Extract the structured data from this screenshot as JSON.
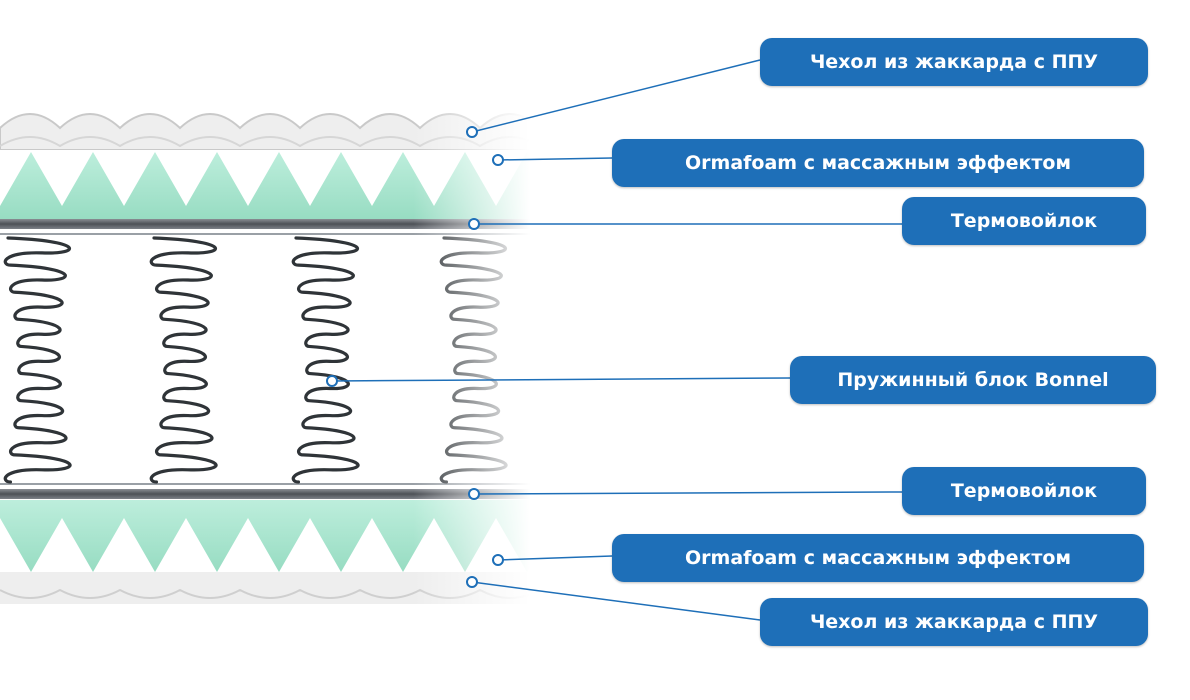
{
  "colors": {
    "pill": "#1e6fb8",
    "pill_text": "#ffffff",
    "leader_line": "#1e6fb8",
    "foam": "#a9e6cf",
    "foam_light": "#d8f3ea",
    "felt": "#5b5f66",
    "spring": "#2f3438",
    "cover": "#eeeeee"
  },
  "layers": [
    {
      "id": "cover-top",
      "label": "Чехол из жаккарда с ППУ"
    },
    {
      "id": "foam-top",
      "label": "Ormafoam с массажным эффектом"
    },
    {
      "id": "felt-top",
      "label": "Термовойлок"
    },
    {
      "id": "springs",
      "label": "Пружинный блок Bonnel"
    },
    {
      "id": "felt-bottom",
      "label": "Термовойлок"
    },
    {
      "id": "foam-bottom",
      "label": "Ormafoam с массажным эффектом"
    },
    {
      "id": "cover-bottom",
      "label": "Чехол из жаккарда с ППУ"
    }
  ]
}
